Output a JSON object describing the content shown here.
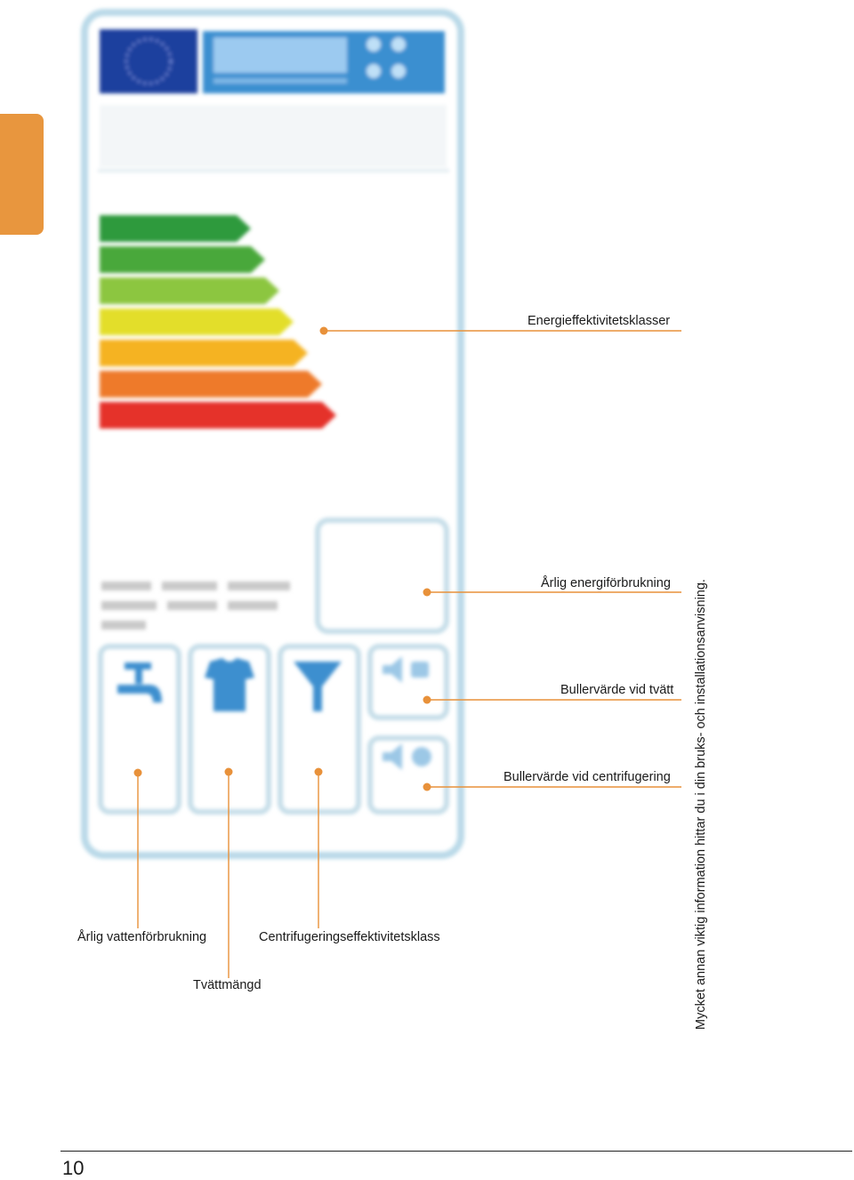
{
  "colors": {
    "accent": "#e8913a",
    "tab": "#e8963e",
    "frame": "#b9d9e8",
    "eu_blue": "#1d3f9e",
    "energy_blue": "#3a8fd0",
    "class_colors": [
      "#2e9a3c",
      "#4aa83a",
      "#8cc63f",
      "#e3de2a",
      "#f5b324",
      "#ee7a2a",
      "#e5322b"
    ]
  },
  "icons": [
    "eu-flag-icon",
    "water-tap-icon",
    "shirt-icon",
    "spin-funnel-icon",
    "speaker-wash-icon",
    "speaker-spin-icon"
  ],
  "callouts": {
    "energy_classes": "Energieffektivitetsklasser",
    "annual_energy": "Årlig energiförbrukning",
    "noise_wash": "Bullervärde vid tvätt",
    "noise_spin": "Bullervärde vid centrifugering",
    "annual_water": "Årlig vattenförbrukning",
    "capacity": "Tvättmängd",
    "spin_class": "Centrifugeringseffektivitetsklass"
  },
  "side_note": "Mycket annan viktig information hittar du i din bruks- och installationsanvisning.",
  "page_number": "10"
}
